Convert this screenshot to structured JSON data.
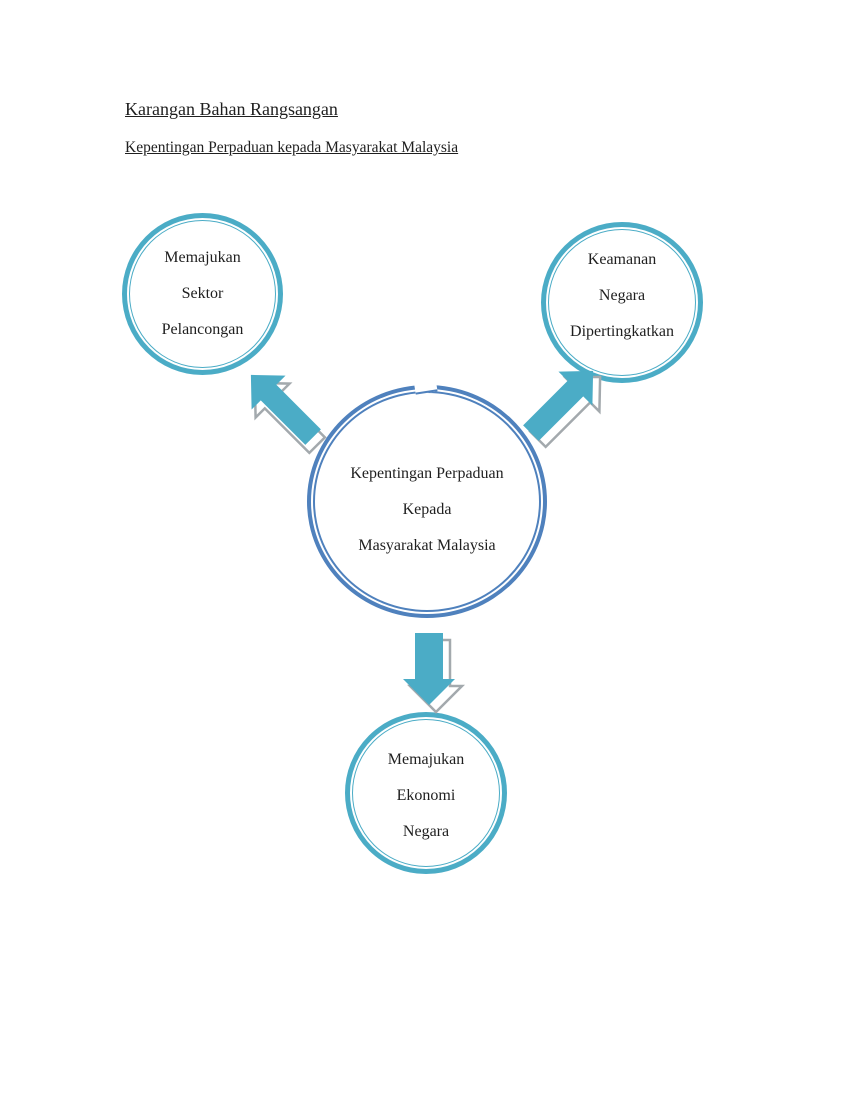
{
  "page": {
    "title": "Karangan Bahan Rangsangan",
    "subtitle": "Kepentingan Perpaduan kepada Masyarakat Malaysia"
  },
  "colors": {
    "teal": "#4BACC6",
    "blue": "#4F81BD",
    "arrow_fill": "#4BACC6",
    "arrow_stroke": "#A3A9AD",
    "ink": "#1f1f1f"
  },
  "diagram": {
    "center": {
      "lines": [
        "Kepentingan Perpaduan",
        "Kepada",
        "Masyarakat Malaysia"
      ]
    },
    "top_left": {
      "lines": [
        "Memajukan",
        "Sektor",
        "Pelancongan"
      ]
    },
    "top_right": {
      "lines": [
        "Keamanan",
        "Negara",
        "Dipertingkatkan"
      ]
    },
    "bottom": {
      "lines": [
        "Memajukan",
        "Ekonomi",
        "Negara"
      ]
    },
    "arrows": [
      {
        "direction": "up-left",
        "from": "center",
        "to": "top_left"
      },
      {
        "direction": "up-right",
        "from": "center",
        "to": "top_right"
      },
      {
        "direction": "down",
        "from": "center",
        "to": "bottom"
      }
    ]
  }
}
